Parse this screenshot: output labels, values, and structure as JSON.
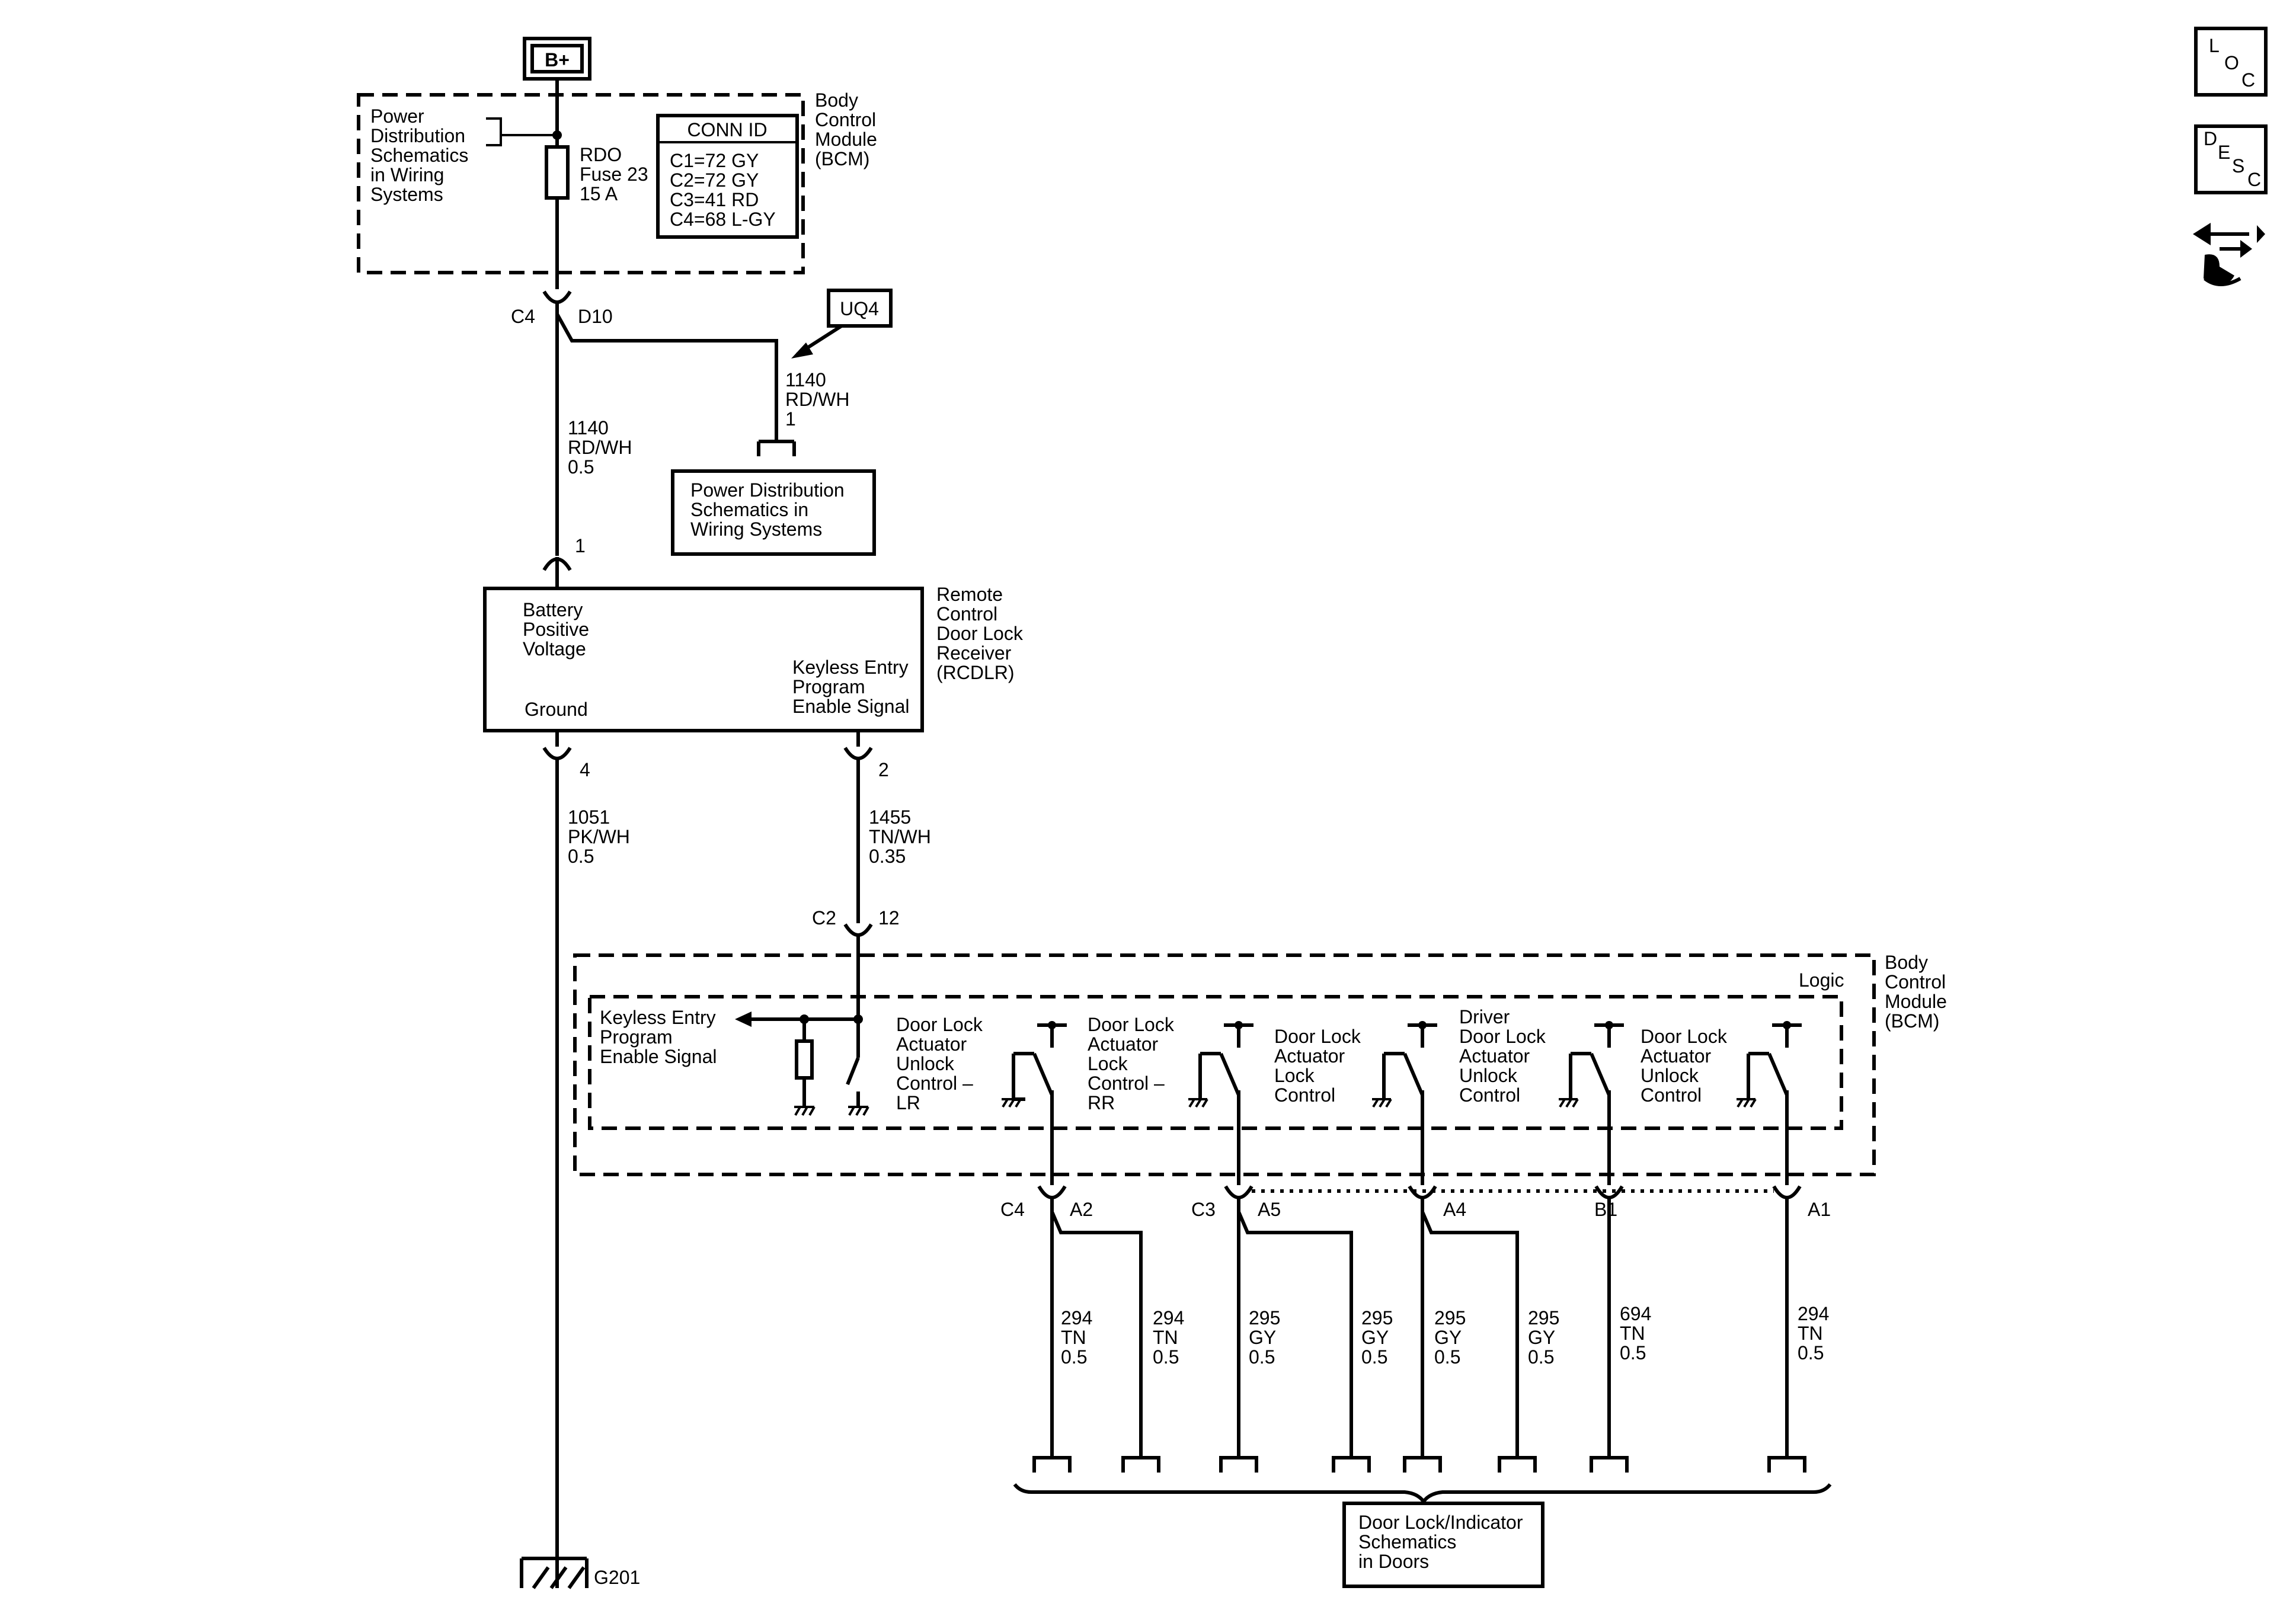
{
  "power_source": "B+",
  "bcm_top": {
    "title": [
      "Body",
      "Control",
      "Module",
      "(BCM)"
    ],
    "power_dist_ref": [
      "Power",
      "Distribution",
      "Schematics",
      "in Wiring",
      "Systems"
    ],
    "fuse": [
      "RDO",
      "Fuse 23",
      "15 A"
    ],
    "conn_id": {
      "header": "CONN ID",
      "rows": [
        "C1=72 GY",
        "C2=72 GY",
        "C3=41 RD",
        "C4=68 L-GY"
      ]
    },
    "connector": "C4",
    "pin": "D10"
  },
  "option_code": "UQ4",
  "branch_wire": [
    "1140",
    "RD/WH",
    "1"
  ],
  "power_dist_box": [
    "Power Distribution",
    "Schematics in",
    "Wiring Systems"
  ],
  "main_wire": [
    "1140",
    "RD/WH",
    "0.5"
  ],
  "rcdlr": {
    "title": [
      "Remote",
      "Control",
      "Door Lock",
      "Receiver",
      "(RCDLR)"
    ],
    "pin_top": "1",
    "battery_label": [
      "Battery",
      "Positive",
      "Voltage"
    ],
    "ground_label": "Ground",
    "keyless_label": [
      "Keyless Entry",
      "Program",
      "Enable Signal"
    ],
    "pin_ground": "4",
    "pin_keyless": "2"
  },
  "ground_wire": [
    "1051",
    "PK/WH",
    "0.5"
  ],
  "signal_wire": [
    "1455",
    "TN/WH",
    "0.35"
  ],
  "bcm_conn": {
    "connector": "C2",
    "pin": "12"
  },
  "ground_id": "G201",
  "bcm_bottom": {
    "title": [
      "Body",
      "Control",
      "Module",
      "(BCM)"
    ],
    "logic": "Logic",
    "keyless": [
      "Keyless Entry",
      "Program",
      "Enable Signal"
    ],
    "controls": [
      [
        "Door Lock",
        "Actuator",
        "Unlock",
        "Control –",
        "LR"
      ],
      [
        "Door Lock",
        "Actuator",
        "Lock",
        "Control –",
        "RR"
      ],
      [
        "Door Lock",
        "Actuator",
        "Lock",
        "Control"
      ],
      [
        "Driver",
        "Door Lock",
        "Actuator",
        "Unlock",
        "Control"
      ],
      [
        "Door Lock",
        "Actuator",
        "Unlock",
        "Control"
      ]
    ]
  },
  "output_pins": [
    {
      "connector": "C4",
      "pin": "A2"
    },
    {
      "connector": "C3",
      "pin": "A5"
    },
    {
      "connector": "",
      "pin": "A4"
    },
    {
      "connector": "",
      "pin": "B1"
    },
    {
      "connector": "",
      "pin": "A1"
    }
  ],
  "output_wires": [
    [
      "294",
      "TN",
      "0.5"
    ],
    [
      "294",
      "TN",
      "0.5"
    ],
    [
      "295",
      "GY",
      "0.5"
    ],
    [
      "295",
      "GY",
      "0.5"
    ],
    [
      "295",
      "GY",
      "0.5"
    ],
    [
      "295",
      "GY",
      "0.5"
    ],
    [
      "694",
      "TN",
      "0.5"
    ],
    [
      "294",
      "TN",
      "0.5"
    ]
  ],
  "door_box": [
    "Door Lock/Indicator",
    "Schematics",
    "in Doors"
  ],
  "side_icons": {
    "loc": [
      "L",
      "O",
      "C"
    ],
    "desc": [
      "D",
      "E",
      "S",
      "C"
    ]
  }
}
